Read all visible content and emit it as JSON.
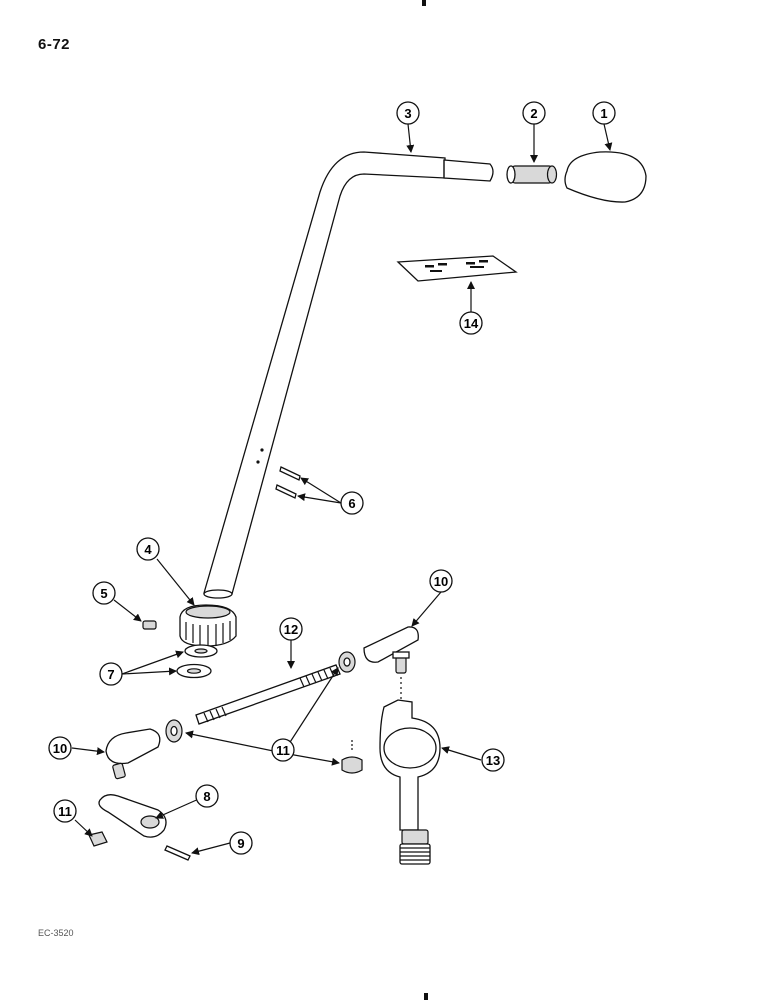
{
  "page": {
    "number": "6-72",
    "figure_code": "EC-3520"
  },
  "callouts": {
    "c1": "1",
    "c2": "2",
    "c3": "3",
    "c4": "4",
    "c5": "5",
    "c6": "6",
    "c7": "7",
    "c8": "8",
    "c9": "9",
    "c10a": "10",
    "c10b": "10",
    "c11a": "11",
    "c11b": "11",
    "c12": "12",
    "c13": "13",
    "c14": "14"
  }
}
